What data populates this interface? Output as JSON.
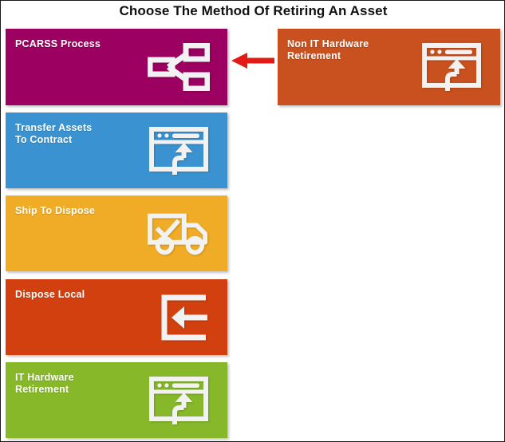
{
  "page": {
    "title": "Choose The Method Of Retiring An Asset",
    "background": "#FFFFFF",
    "border_color": "#1A1A1A"
  },
  "annotation": {
    "name": "red-pointer-arrow",
    "direction": "left",
    "color": "#E21B16",
    "points_to": "PCARSS Process"
  },
  "tiles": {
    "pcarss": {
      "label": "PCARSS Process",
      "color": "#9C0060",
      "icon": "share-network-icon"
    },
    "transfer": {
      "label": "Transfer Assets\nTo Contract",
      "color": "#3A93D0",
      "icon": "browser-window-up-arrow-icon"
    },
    "ship": {
      "label": "Ship To Dispose",
      "color": "#F0AC26",
      "icon": "delivery-truck-check-icon"
    },
    "dispose": {
      "label": "Dispose Local",
      "color": "#D2400F",
      "icon": "box-left-arrow-icon"
    },
    "ithw": {
      "label": "IT Hardware\nRetirement",
      "color": "#87B82A",
      "icon": "browser-window-up-arrow-icon"
    },
    "nonit": {
      "label": "Non IT Hardware\nRetirement",
      "color": "#C8511F",
      "icon": "browser-window-up-arrow-icon"
    }
  }
}
